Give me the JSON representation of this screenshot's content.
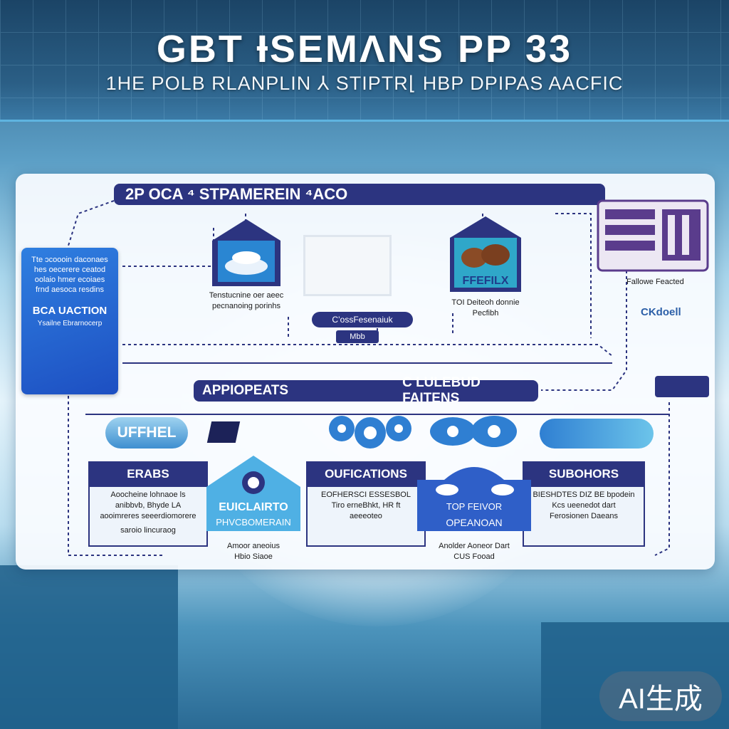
{
  "header": {
    "title": "GBT ƗSEMɅNS PP  33",
    "subtitle": "1HE POLB RLANPLIN ⅄ STIPTR⌊   HBP DPIPAS AACFIC"
  },
  "diagram": {
    "top_banner": "2P OCA ⁴ STPAMEREIN ⁴ACO",
    "left_card": {
      "text": "Tte ɔcoooin daconaes hes oecerere ceatod oolaio hmer ecoiaes frnd aesoca resdins",
      "heading": "BCA UACTION",
      "footer": "Ysailne Ebrarnocerp"
    },
    "node_1": {
      "caption": "Tenstucnine oer aeec pecnanoing porinhs"
    },
    "node_2": {
      "label": "FFEFILX",
      "caption": "TOI Deiteoh donnie Pecfibh"
    },
    "center_pill": "C’ossFesenaiuk",
    "center_tag": "Mbb",
    "right_caption_1": "Fallowe Feacted",
    "right_caption_2": "CKdoell",
    "mid_bar_left": "APPIOPEATS",
    "mid_bar_right": "C LULEBUD FAITENS",
    "icon_tile": "UFFHEL",
    "sections": [
      {
        "label": "ERABS",
        "caption": "Aoocheine lohnaoe ls anibbvb, Bhyde LA aooimreres seeerdiomorere",
        "footer": "saroio lincuraog"
      },
      {
        "label": "OUFICATIONS",
        "caption": "EOFHERSCI ESSESBOL Tiro erneBhkt, HR ft aeeeoteo"
      },
      {
        "label": "SUBOHORS",
        "caption": "BIESHDTES DIZ BE bpodein  Kcs ueenedot dart Ferosionen Daeans"
      }
    ],
    "tile_1": {
      "line1": "EUICLAIRTO",
      "line2": "PHVCBOMERAIN"
    },
    "tile_2": {
      "line1": "TOP FEIVOR",
      "line2": "OPEANOAN"
    },
    "tile_1_caption": "Amoor aneoius Hbio Siaoe",
    "tile_2_caption": "Anolder Aoneor Dart CUS Fooad"
  },
  "watermark": "AI生成"
}
